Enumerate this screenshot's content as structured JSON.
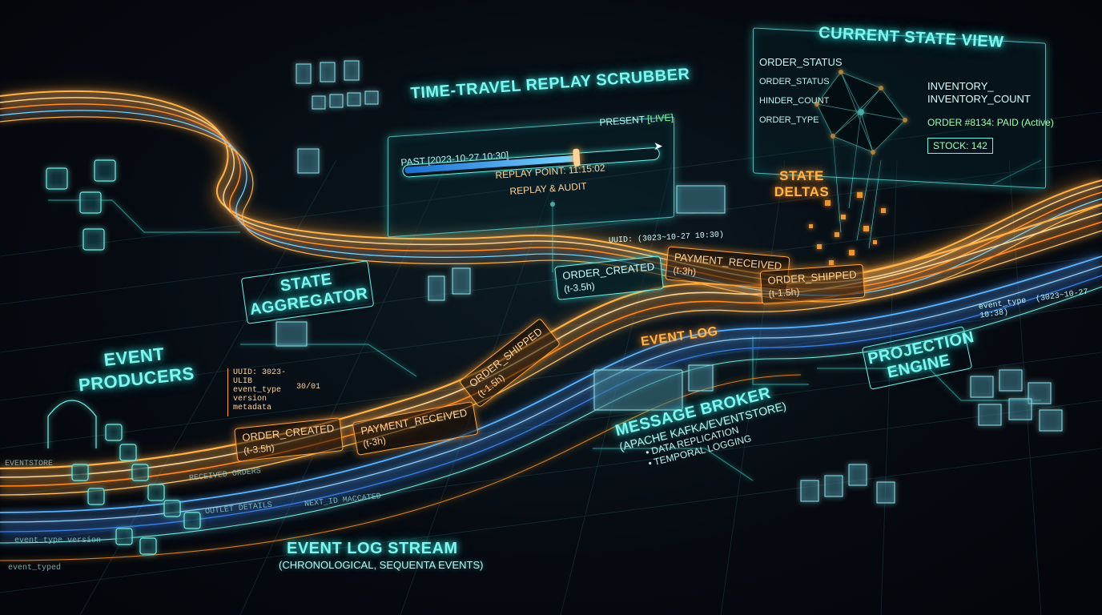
{
  "labels": {
    "event_producers": "EVENT PRODUCERS",
    "state_aggregator": "STATE AGGREGATOR",
    "event_log": "EVENT LOG",
    "projection_engine": "PROJECTION ENGINE",
    "state_deltas": "STATE DELTAS",
    "event_log_stream": "EVENT LOG STREAM",
    "event_log_stream_sub": "(CHRONOLOGICAL, SEQUENTA EVENTS)",
    "message_broker": "MESSAGE BROKER",
    "message_broker_sub": "(APACHE KAFKA/EVENTSTORE)",
    "message_broker_bullets": [
      "• DATA REPLICATION",
      "• TEMPORAL LOGGING"
    ]
  },
  "scrubber": {
    "title": "TIME-TRAVEL REPLAY SCRUBBER",
    "present_label": "PRESENT",
    "live_label": "[LIVE]",
    "past_label": "PAST [2023-10-27 10:30]",
    "replay_point": "REPLAY POINT: 11:15:02",
    "replay_audit": "REPLAY & AUDIT",
    "position": 0.68
  },
  "state_view": {
    "title": "CURRENT STATE VIEW",
    "fields_left": [
      "ORDER_STATUS",
      "ORDER_STATUS",
      "HINDER_COUNT",
      "ORDER_TYPE"
    ],
    "fields_right": [
      "INVENTORY_",
      "INVENTORY_COUNT"
    ],
    "order_line": "ORDER #8134: PAID (Active)",
    "stock_line": "STOCK: 142"
  },
  "event_schema": {
    "lines": [
      "UUID: 3023-",
      "ULIB",
      "event_type",
      "version",
      "metadata"
    ],
    "side": "30/01"
  },
  "events_lower": [
    {
      "name": "ORDER_CREATED",
      "time": "(t-3.5h)"
    },
    {
      "name": "PAYMENT_RECEIVED",
      "time": "(t-3h)"
    },
    {
      "name": "ORDER_SHIPPED",
      "time": "(t-1.5h)"
    }
  ],
  "events_upper": [
    {
      "name": "ORDER_CREATED",
      "time": "(t-3.5h)"
    },
    {
      "name": "PAYMENT_RECEIVED",
      "time": "(t-3h)"
    },
    {
      "name": "ORDER_SHIPPED",
      "time": "(t-1.5h)"
    }
  ],
  "upper_uuid": "UUID: (3023~10-27 10:30)",
  "right_meta": {
    "key": "event_type",
    "value": "(3023~10-27 10:38)"
  },
  "stream_text": [
    "EVENTSTORE",
    "event_type  version",
    "event_typed",
    "RECEIVED  ORDERS",
    "OUTLET  DETAILS",
    "NEXT_ID  MACCATED"
  ],
  "colors": {
    "teal": "#6ff2e8",
    "amber": "#ffa640",
    "blue": "#4aa8ff"
  }
}
